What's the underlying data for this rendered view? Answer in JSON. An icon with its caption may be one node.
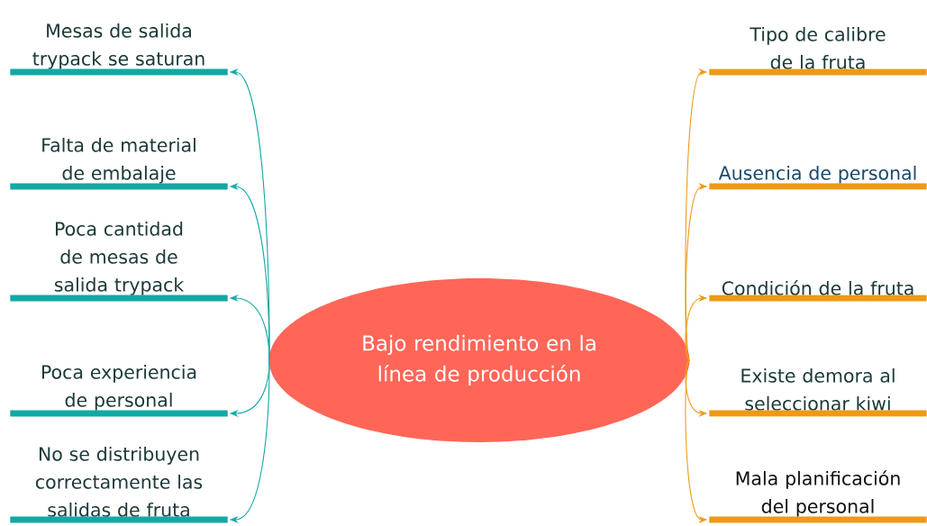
{
  "diagram": {
    "nodes": [
      {
        "text": [
          "Bajo rendimiento en la línea de producción"
        ]
      },
      {
        "text": [
          "Mesas de salida trypack se saturan"
        ]
      },
      {
        "text": [
          "Falta de material de embalaje"
        ]
      },
      {
        "text": [
          "Poca cantidad de mesas de salida trypack"
        ]
      },
      {
        "text": [
          "Poca experiencia de personal"
        ]
      },
      {
        "text": [
          "No se distribuyen correctamente las salidas de fruta"
        ]
      },
      {
        "text": [
          "Tipo de calibre de la fruta"
        ]
      },
      {
        "text": [
          "Ausencia de personal"
        ]
      },
      {
        "text": [
          "Condición de la fruta"
        ]
      },
      {
        "text": [
          "Existe demora al seleccionar kiwi"
        ]
      },
      {
        "text": [
          "Mala planificación del personal"
        ]
      }
    ],
    "edges": [
      {
        "from": 0,
        "to": 1,
        "arrow": "to",
        "color": "#13a8a4"
      },
      {
        "from": 0,
        "to": 2,
        "arrow": "to",
        "color": "#13a8a4"
      },
      {
        "from": 0,
        "to": 3,
        "arrow": "to",
        "color": "#13a8a4"
      },
      {
        "from": 0,
        "to": 4,
        "arrow": "to",
        "color": "#13a8a4"
      },
      {
        "from": 0,
        "to": 5,
        "arrow": "to",
        "color": "#13a8a4"
      },
      {
        "from": 0,
        "to": 6,
        "arrow": "to",
        "color": "#ee9a14"
      },
      {
        "from": 0,
        "to": 7,
        "arrow": "to",
        "color": "#ee9a14"
      },
      {
        "from": 0,
        "to": 8,
        "arrow": "to",
        "color": "#ee9a14"
      },
      {
        "from": 0,
        "to": 9,
        "arrow": "to",
        "color": "#ee9a14"
      },
      {
        "from": 0,
        "to": 10,
        "arrow": "to",
        "color": "#ee9a14"
      }
    ]
  }
}
